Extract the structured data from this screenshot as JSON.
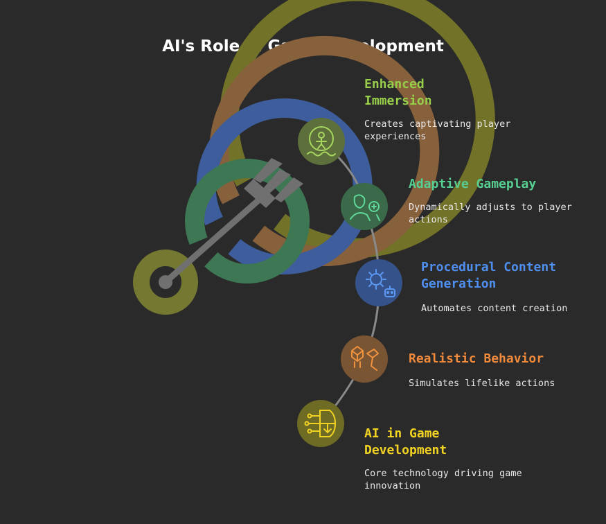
{
  "title": "AI's Role in Game Development",
  "colors": {
    "background": "#2a2a2a",
    "enhanced_immersion": "#97cf4a",
    "adaptive_gameplay": "#56d092",
    "procedural_content": "#4f8ff0",
    "realistic_behavior": "#f08a3c",
    "ai_in_game_dev": "#f2d323"
  },
  "items": [
    {
      "heading": "Enhanced Immersion",
      "description": "Creates captivating player experiences",
      "icon": "swimmer-icon"
    },
    {
      "heading": "Adaptive Gameplay",
      "description": "Dynamically adjusts to player actions",
      "icon": "player-adjust-icon"
    },
    {
      "heading": "Procedural Content Generation",
      "description": "Automates content creation",
      "icon": "gear-robot-icon"
    },
    {
      "heading": "Realistic Behavior",
      "description": "Simulates lifelike actions",
      "icon": "robot-arm-icon"
    },
    {
      "heading": "AI in Game Development",
      "description": "Core technology driving game innovation",
      "icon": "circuit-brain-icon"
    }
  ]
}
